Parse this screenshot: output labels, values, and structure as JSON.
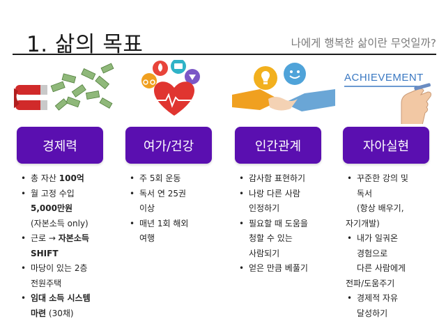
{
  "header": {
    "title": "1. 삶의 목표",
    "subtitle": "나에게 행복한 삶이란 무엇일까?"
  },
  "columns": [
    {
      "label": "경제력",
      "lines": [
        {
          "text": "총 자산 ",
          "bold": "100억",
          "bullet": true
        },
        {
          "text": "월 고정 수입",
          "bullet": true
        },
        {
          "bold": "5,000만원",
          "bullet": false
        },
        {
          "text": "(자본소득 only)",
          "bullet": false
        },
        {
          "text": "근로 → ",
          "bold": "자본소득",
          "bullet": true
        },
        {
          "bold": "SHIFT",
          "bullet": false
        },
        {
          "text": "마당이 있는 2층",
          "bullet": true
        },
        {
          "text": "전원주택",
          "bullet": false
        },
        {
          "bold": "임대 소득 시스템",
          "bullet": true
        },
        {
          "bold": "마련",
          "text2": " (30채)",
          "bullet": false
        }
      ]
    },
    {
      "label": "여가/건강",
      "lines": [
        {
          "text": "주 5회 운동",
          "bullet": true
        },
        {
          "text": "독서 연 25권",
          "bullet": true
        },
        {
          "text": "이상",
          "bullet": false
        },
        {
          "text": "매년 1회 해외",
          "bullet": true
        },
        {
          "text": "여행",
          "bullet": false
        }
      ]
    },
    {
      "label": "인간관계",
      "lines": [
        {
          "text": "감사함 표현하기",
          "bullet": true
        },
        {
          "text": "나랑 다른 사람",
          "bullet": true
        },
        {
          "text": "인정하기",
          "bullet": false
        },
        {
          "text": "필요할 때 도움을",
          "bullet": true
        },
        {
          "text": "청할 수 있는",
          "bullet": false
        },
        {
          "text": "사람되기",
          "bullet": false
        },
        {
          "text": "얻은 만큼 베풀기",
          "bullet": true
        }
      ]
    },
    {
      "label": "자아실현",
      "achievement_text": "ACHIEVEMENT",
      "lines": [
        {
          "text": "꾸준한 강의 및",
          "bullet": true
        },
        {
          "text": "독서",
          "bullet": false
        },
        {
          "text": "(항상 배우기,",
          "bullet": false
        },
        {
          "text": "자기개발)",
          "bullet": false,
          "outdent": true
        },
        {
          "text": "내가 일궈온",
          "bullet": true
        },
        {
          "text": "경험으로",
          "bullet": false
        },
        {
          "text": "다른 사람에게",
          "bullet": false
        },
        {
          "text": "전파/도움주기",
          "bullet": false,
          "outdent": true
        },
        {
          "text": "경제적 자유",
          "bullet": true
        },
        {
          "text": "달성하기",
          "bullet": false
        }
      ]
    }
  ],
  "colors": {
    "pill": "#5a0fb0",
    "rule": "#1a1a1a",
    "subtitle": "#7a7a7a"
  },
  "icons": [
    "money-magnet-icon",
    "health-hobbies-heart-icon",
    "handshake-ideas-icon",
    "achievement-hand-icon"
  ]
}
